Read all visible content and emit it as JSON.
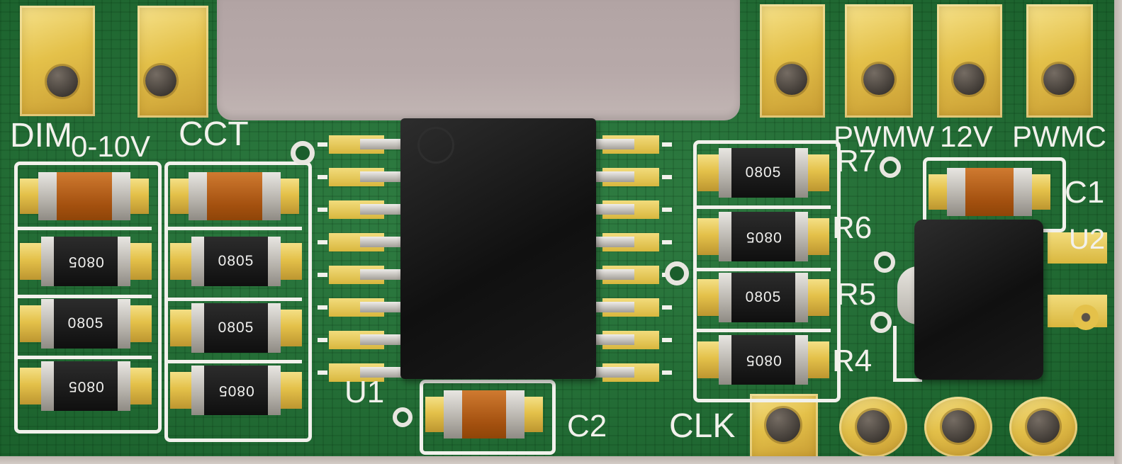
{
  "colors": {
    "background": "#b7a9a9",
    "pcb": "#1f7434",
    "gold": "#e4c14a",
    "gold_hi": "#f4e086",
    "gold_dark": "#bd9630",
    "silkscreen": "#f2f1ec",
    "ic_black": "#161616",
    "cap_orange": "#a3500f",
    "terminal": "#c2beb8",
    "hole": "#45403b",
    "edge": "#d3cbc5"
  },
  "silkscreen": {
    "dim": "DIM",
    "range_0_10v": "0-10V",
    "cct": "CCT",
    "u1": "U1",
    "c2": "C2",
    "clk": "CLK",
    "r7": "R7",
    "r6": "R6",
    "r5": "R5",
    "r4": "R4",
    "pwmw": "PWMW",
    "v12": "12V",
    "pwmc": "PWMC",
    "c1": "C1",
    "u2": "U2"
  },
  "components": {
    "resistor_marking": "0805",
    "u1_pins_per_side": 8
  }
}
